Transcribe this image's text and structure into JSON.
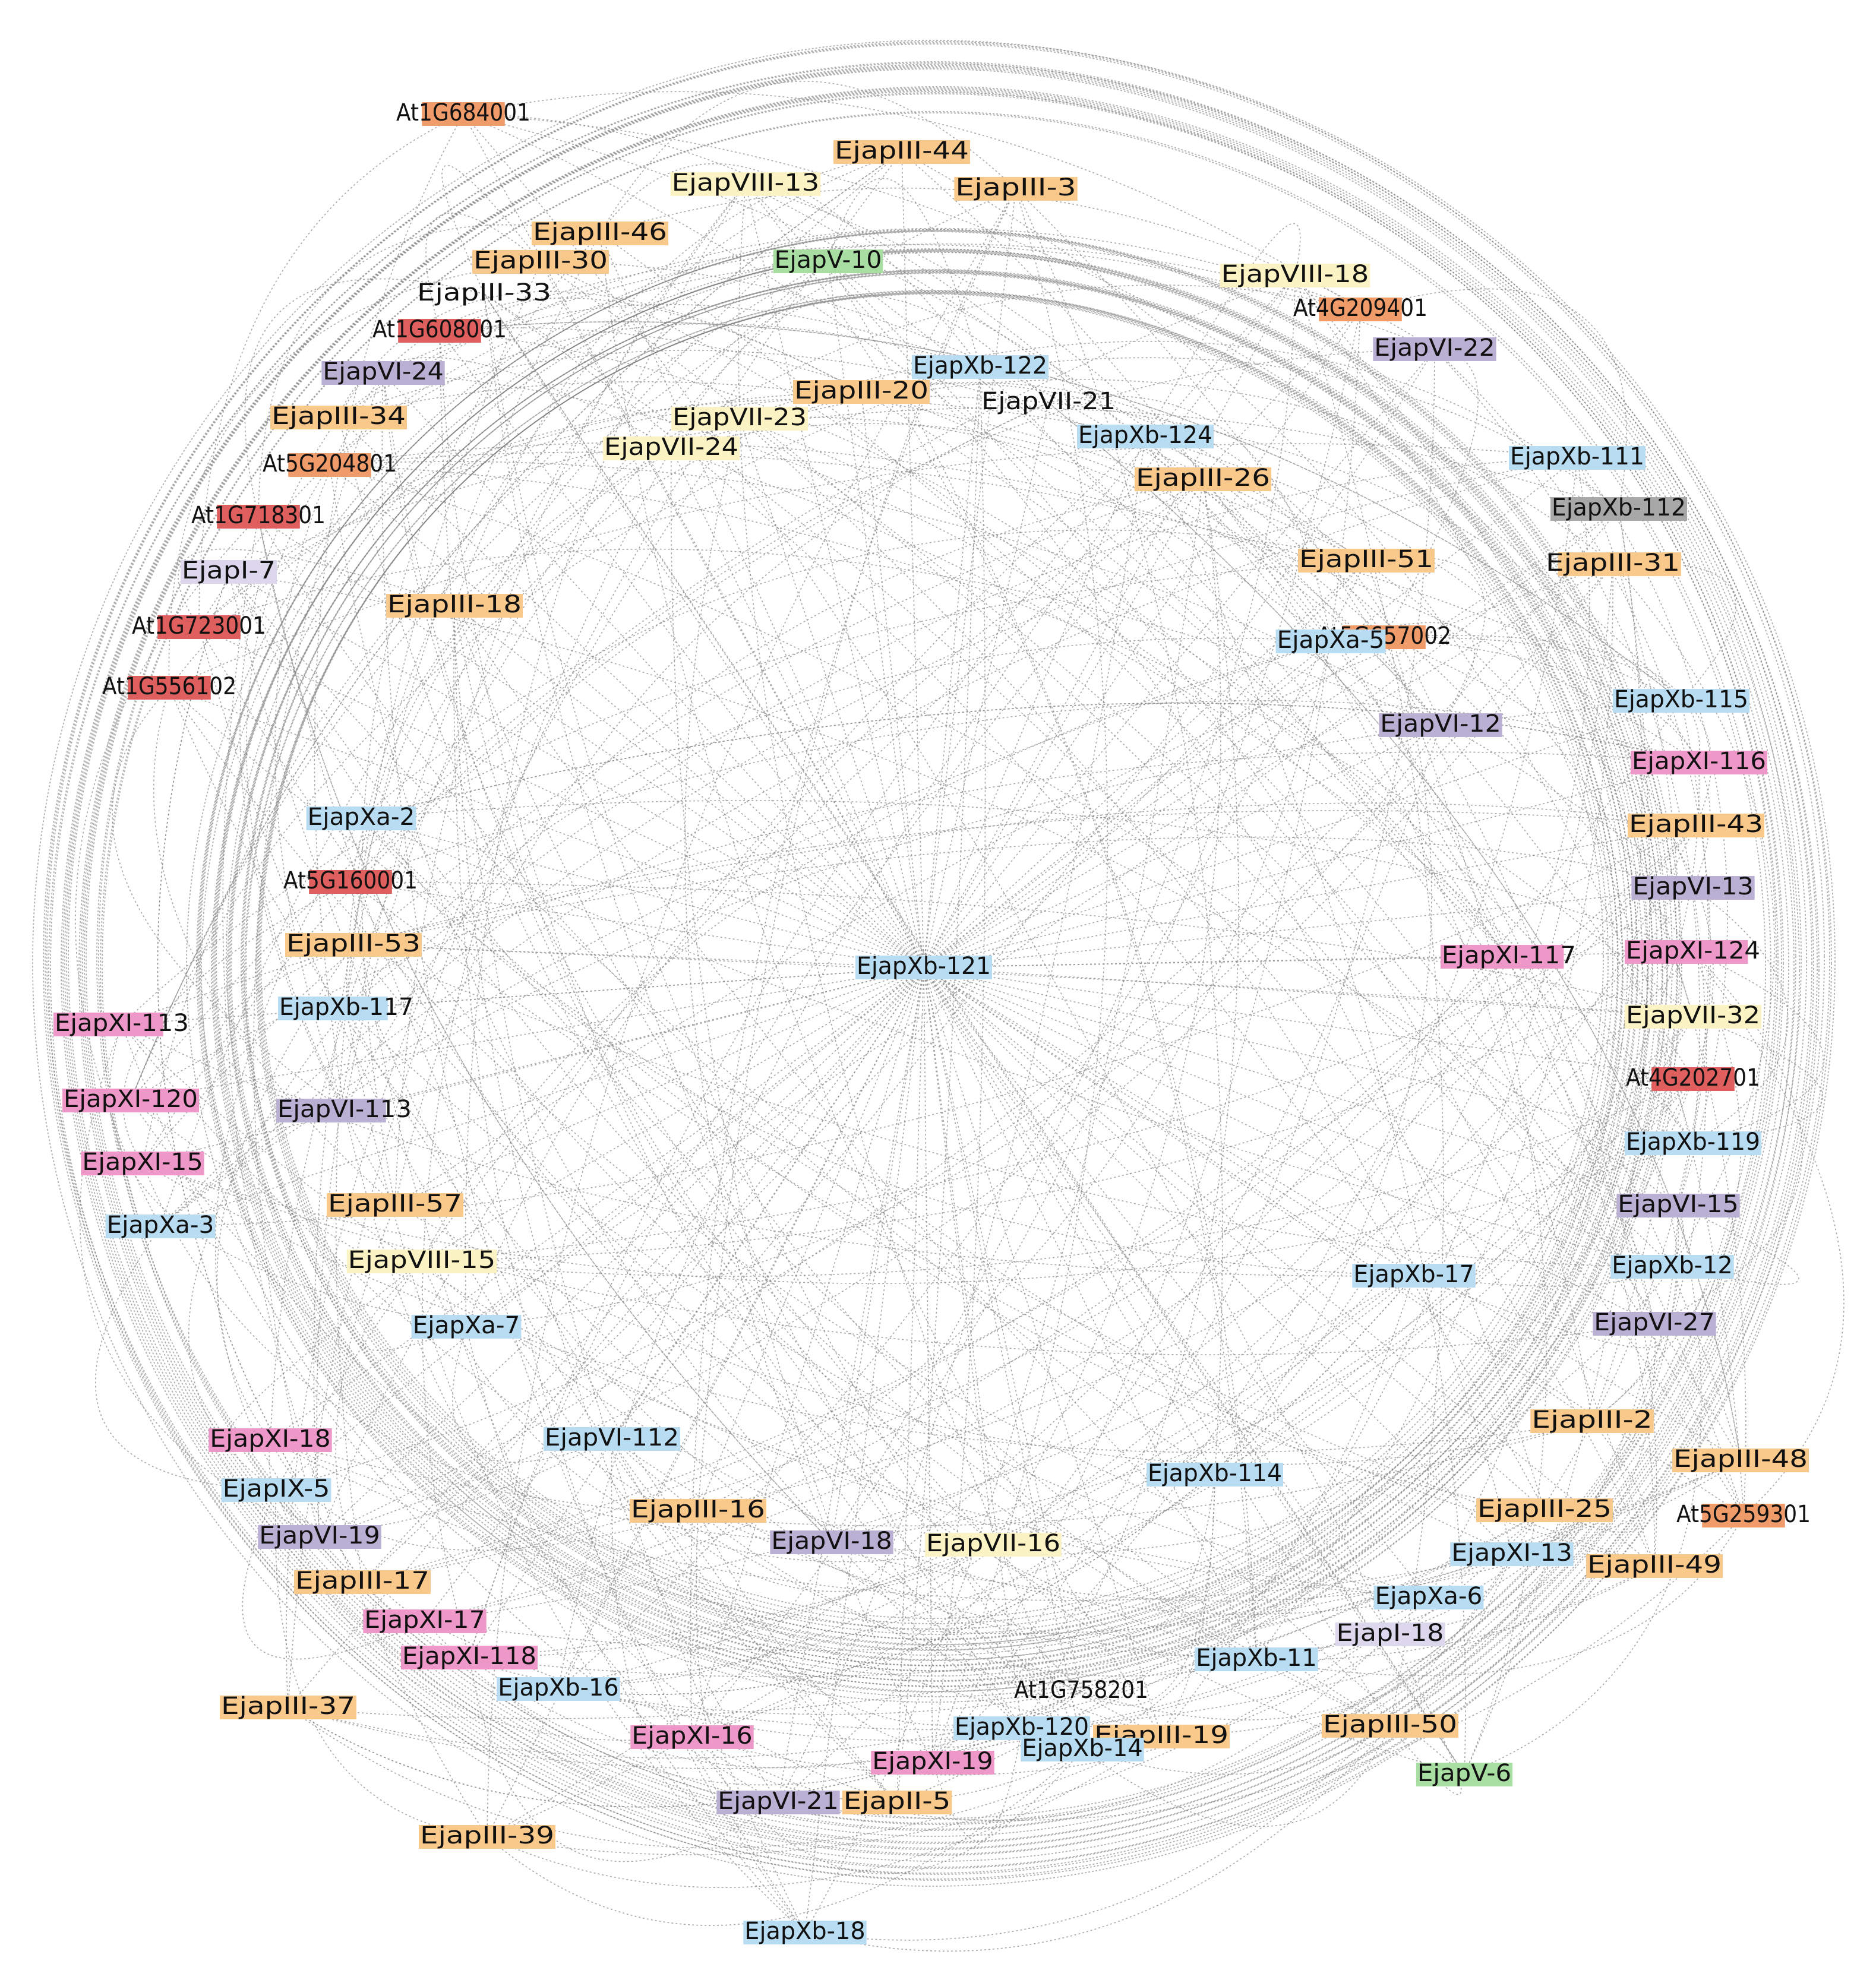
{
  "network": {
    "hub": "EjapXb-121",
    "colors": {
      "III": "#f9c98c",
      "VIII": "#fbf3c4",
      "V": "#a9dea2",
      "VII": "#fbf3c4",
      "VI": "#b9b0d4",
      "Xa": "#b8dcf1",
      "Xb": "#b8dcf1",
      "XI": "#ee97c9",
      "IX": "#b8dcf1",
      "I": "#ddd7ee",
      "At_orange": "#ef9b6a",
      "At_red": "#df5f5f",
      "gray": "#a8a8a8"
    },
    "nodes": [
      {
        "label": "At1G684001",
        "color": "#ef9b6a"
      },
      {
        "label": "EjapIII-44",
        "color": "#f9c98c"
      },
      {
        "label": "EjapVIII-13",
        "color": "#fbf3c4"
      },
      {
        "label": "EjapIII-3",
        "color": "#f9c98c"
      },
      {
        "label": "EjapIII-46",
        "color": "#f9c98c"
      },
      {
        "label": "EjapIII-30",
        "color": "#f9c98c"
      },
      {
        "label": "EjapV-10",
        "color": "#a9dea2"
      },
      {
        "label": "EjapVIII-18",
        "color": "#fbf3c4"
      },
      {
        "label": "EjapIII-33",
        "color": "#ffffff"
      },
      {
        "label": "At4G209401",
        "color": "#ef9b6a"
      },
      {
        "label": "At1G608001",
        "color": "#df5f5f"
      },
      {
        "label": "EjapVI-22",
        "color": "#b9b0d4"
      },
      {
        "label": "EjapVI-24",
        "color": "#b9b0d4"
      },
      {
        "label": "EjapXb-122",
        "color": "#b8dcf1"
      },
      {
        "label": "EjapIII-34",
        "color": "#f9c98c"
      },
      {
        "label": "EjapIII-20",
        "color": "#f9c98c"
      },
      {
        "label": "EjapVII-21",
        "color": "#ffffff"
      },
      {
        "label": "EjapVII-23",
        "color": "#fbf3c4"
      },
      {
        "label": "EjapXb-124",
        "color": "#b8dcf1"
      },
      {
        "label": "EjapVII-24",
        "color": "#fbf3c4"
      },
      {
        "label": "At5G204801",
        "color": "#ef9b6a"
      },
      {
        "label": "EjapXb-111",
        "color": "#b8dcf1"
      },
      {
        "label": "EjapIII-26",
        "color": "#f9c98c"
      },
      {
        "label": "At1G718301",
        "color": "#df5f5f"
      },
      {
        "label": "EjapXb-112",
        "color": "#a8a8a8"
      },
      {
        "label": "EjapIII-51",
        "color": "#f9c98c"
      },
      {
        "label": "EjapIII-31",
        "color": "#f9c98c"
      },
      {
        "label": "EjapI-7",
        "color": "#ddd7ee"
      },
      {
        "label": "EjapIII-18",
        "color": "#f9c98c"
      },
      {
        "label": "At1G723001",
        "color": "#df5f5f"
      },
      {
        "label": "At5G657002",
        "color": "#ef9b6a"
      },
      {
        "label": "EjapXa-5",
        "color": "#b8dcf1"
      },
      {
        "label": "At1G556102",
        "color": "#df5f5f"
      },
      {
        "label": "EjapXb-115",
        "color": "#b8dcf1"
      },
      {
        "label": "EjapVI-12",
        "color": "#b9b0d4"
      },
      {
        "label": "EjapXI-116",
        "color": "#ee97c9"
      },
      {
        "label": "EjapXa-2",
        "color": "#b8dcf1"
      },
      {
        "label": "EjapIII-43",
        "color": "#f9c98c"
      },
      {
        "label": "At5G160001",
        "color": "#df5f5f"
      },
      {
        "label": "EjapVI-13",
        "color": "#b9b0d4"
      },
      {
        "label": "EjapIII-53",
        "color": "#f9c98c"
      },
      {
        "label": "EjapXI-124",
        "color": "#ee97c9"
      },
      {
        "label": "EjapXb-121",
        "color": "#b8dcf1"
      },
      {
        "label": "EjapXI-117",
        "color": "#ee97c9"
      },
      {
        "label": "EjapXb-117",
        "color": "#b8dcf1"
      },
      {
        "label": "EjapVII-32",
        "color": "#fbf3c4"
      },
      {
        "label": "EjapXI-113",
        "color": "#ee97c9"
      },
      {
        "label": "At4G202701",
        "color": "#df5f5f"
      },
      {
        "label": "EjapXI-120",
        "color": "#ee97c9"
      },
      {
        "label": "EjapVI-113",
        "color": "#b9b0d4"
      },
      {
        "label": "EjapXb-119",
        "color": "#b8dcf1"
      },
      {
        "label": "EjapXI-15",
        "color": "#ee97c9"
      },
      {
        "label": "EjapVI-15",
        "color": "#b9b0d4"
      },
      {
        "label": "EjapIII-57",
        "color": "#f9c98c"
      },
      {
        "label": "EjapXa-3",
        "color": "#b8dcf1"
      },
      {
        "label": "EjapXb-12",
        "color": "#b8dcf1"
      },
      {
        "label": "EjapVIII-15",
        "color": "#fbf3c4"
      },
      {
        "label": "EjapXb-17",
        "color": "#b8dcf1"
      },
      {
        "label": "EjapVI-27",
        "color": "#b9b0d4"
      },
      {
        "label": "EjapXa-7",
        "color": "#b8dcf1"
      },
      {
        "label": "EjapIII-2",
        "color": "#f9c98c"
      },
      {
        "label": "EjapXI-18",
        "color": "#ee97c9"
      },
      {
        "label": "EjapVI-112",
        "color": "#b8dcf1"
      },
      {
        "label": "EjapIII-48",
        "color": "#f9c98c"
      },
      {
        "label": "EjapXb-114",
        "color": "#b8dcf1"
      },
      {
        "label": "EjapIX-5",
        "color": "#b8dcf1"
      },
      {
        "label": "EjapIII-16",
        "color": "#f9c98c"
      },
      {
        "label": "EjapIII-25",
        "color": "#f9c98c"
      },
      {
        "label": "At5G259301",
        "color": "#ef9b6a"
      },
      {
        "label": "EjapVI-19",
        "color": "#b9b0d4"
      },
      {
        "label": "EjapVI-18",
        "color": "#b9b0d4"
      },
      {
        "label": "EjapVII-16",
        "color": "#fbf3c4"
      },
      {
        "label": "EjapXI-13",
        "color": "#b8dcf1"
      },
      {
        "label": "EjapIII-49",
        "color": "#f9c98c"
      },
      {
        "label": "EjapIII-17",
        "color": "#f9c98c"
      },
      {
        "label": "EjapXa-6",
        "color": "#b8dcf1"
      },
      {
        "label": "EjapXI-17",
        "color": "#ee97c9"
      },
      {
        "label": "EjapI-18",
        "color": "#ddd7ee"
      },
      {
        "label": "EjapXI-118",
        "color": "#ee97c9"
      },
      {
        "label": "EjapXb-11",
        "color": "#b8dcf1"
      },
      {
        "label": "EjapXb-16",
        "color": "#b8dcf1"
      },
      {
        "label": "At1G758201",
        "color": "#ffffff"
      },
      {
        "label": "EjapIII-37",
        "color": "#f9c98c"
      },
      {
        "label": "EjapXb-120",
        "color": "#b8dcf1"
      },
      {
        "label": "EjapIII-50",
        "color": "#f9c98c"
      },
      {
        "label": "EjapIII-19",
        "color": "#f9c98c"
      },
      {
        "label": "EjapXI-16",
        "color": "#ee97c9"
      },
      {
        "label": "EjapXb-14",
        "color": "#b8dcf1"
      },
      {
        "label": "EjapXI-19",
        "color": "#ee97c9"
      },
      {
        "label": "EjapV-6",
        "color": "#a9dea2"
      },
      {
        "label": "EjapII-5",
        "color": "#f9c98c"
      },
      {
        "label": "EjapVI-21",
        "color": "#b9b0d4"
      },
      {
        "label": "EjapIII-39",
        "color": "#f9c98c"
      },
      {
        "label": "EjapXb-18",
        "color": "#b8dcf1"
      }
    ]
  }
}
